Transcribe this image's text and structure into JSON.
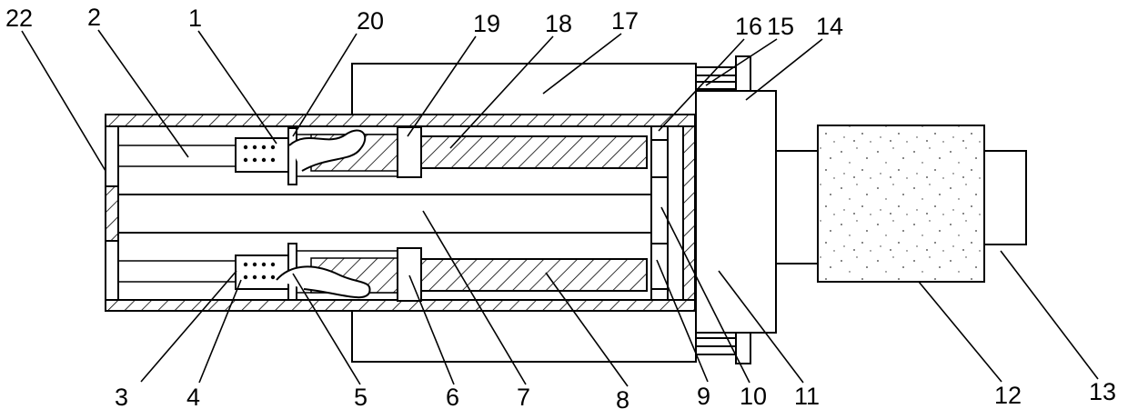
{
  "labels": [
    "22",
    "2",
    "1",
    "20",
    "19",
    "18",
    "17",
    "16",
    "15",
    "14",
    "3",
    "4",
    "5",
    "6",
    "7",
    "8",
    "9",
    "10",
    "11",
    "12",
    "13"
  ],
  "colors": {
    "line": "#000000",
    "background": "#ffffff",
    "dots": "#333333"
  }
}
